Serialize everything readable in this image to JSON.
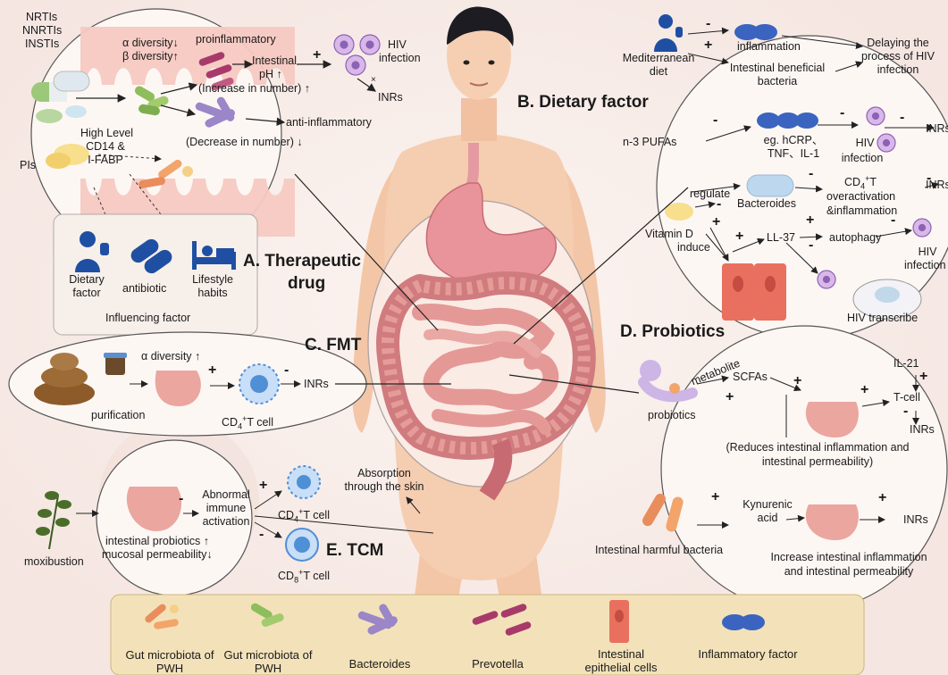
{
  "sections": {
    "a": {
      "title_line1": "A. Therapeutic",
      "title_line2": "drug"
    },
    "b": {
      "title": "B. Dietary factor"
    },
    "c": {
      "title": "C. FMT"
    },
    "d": {
      "title": "D. Probiotics"
    },
    "e": {
      "title": "E. TCM"
    }
  },
  "drug": {
    "classes": [
      "NRTIs",
      "NNRTIs",
      "INSTIs"
    ],
    "pis": "PIs",
    "alpha": "α diversity↓",
    "beta": "β diversity↑",
    "proinflammatory": "proinflammatory",
    "increase": "(Increase in number) ↑",
    "intestinal_ph_1": "Intestinal",
    "intestinal_ph_2": "pH ↑",
    "hiv_infection_1": "HIV",
    "hiv_infection_2": "infection",
    "inrs": "INRs",
    "cross": "×",
    "high_level_1": "High Level",
    "high_level_2": "CD14 &",
    "high_level_3": "I-FABP",
    "anti_inflammatory": "anti-inflammatory",
    "decrease": "(Decrease in number) ↓",
    "plus": "+"
  },
  "influencing": {
    "dietary_1": "Dietary",
    "dietary_2": "factor",
    "antibiotic": "antibiotic",
    "lifestyle_1": "Lifestyle",
    "lifestyle_2": "habits",
    "caption": "Influencing factor"
  },
  "diet": {
    "mediterranean_1": "Mediterranean",
    "mediterranean_2": "diet",
    "inflammation": "inflammation",
    "beneficial_1": "Intestinal beneficial",
    "beneficial_2": "bacteria",
    "delay_1": "Delaying the",
    "delay_2": "process of HIV",
    "delay_3": "infection",
    "pufa": "n-3 PUFAs",
    "markers_1": "eg. hCRP、",
    "markers_2": "TNF、IL-1",
    "hiv_1": "HIV",
    "hiv_2": "infection",
    "inrs": "INRs",
    "regulate": "regulate",
    "bacteroides": "Bacteroides",
    "cd4_overact_1": "CD",
    "cd4_sub": "4",
    "cd4_sup": "+",
    "cd4_overact_2": "T",
    "overact": "overactivation",
    "inflam": "&inflammation",
    "vitd": "Vitamin D",
    "induce": "induce",
    "ll37": "LL-37",
    "autophagy": "autophagy",
    "hiv_right_1": "HIV",
    "hiv_right_2": "infection",
    "hiv_transcribe": "HIV transcribe",
    "minus": "-",
    "plus": "+"
  },
  "fmt": {
    "alpha": "α diversity ↑",
    "purification": "purification",
    "cd4_a": "CD",
    "cd4_sub": "4",
    "cd4_sup": "+",
    "cd4_b": "T cell",
    "inrs": "INRs"
  },
  "tcm": {
    "moxibustion": "moxibustion",
    "probiotics_up": "intestinal probiotics ↑",
    "permeability_down": "mucosal permeability↓",
    "abnormal_1": "Abnormal",
    "abnormal_2": "immune",
    "abnormal_3": "activation",
    "cd4_a": "CD",
    "cd4_sub": "4",
    "cd4_sup": "+",
    "cd4_b": "T cell",
    "cd8_a": "CD",
    "cd8_sub": "8",
    "cd8_sup": "+",
    "cd8_b": "T cell",
    "absorption_1": "Absorption",
    "absorption_2": "through the skin"
  },
  "probiotics": {
    "metabolite": "metabolite",
    "probiotics": "probiotics",
    "scfas": "SCFAs",
    "il21": "IL-21",
    "tcell": "T-cell",
    "inrs": "INRs",
    "reduces_1": "(Reduces intestinal inflammation and",
    "reduces_2": "intestinal permeability)",
    "harmful": "Intestinal harmful bacteria",
    "kyn_1": "Kynurenic",
    "kyn_2": "acid",
    "inrs2": "INRs",
    "increase_1": "Increase intestinal inflammation",
    "increase_2": "and intestinal permeability"
  },
  "legend": [
    {
      "line1": "Gut microbiota of",
      "line2": "PWH"
    },
    {
      "line1": "Gut microbiota of",
      "line2": "PWH"
    },
    {
      "line1": "Bacteroides",
      "line2": ""
    },
    {
      "line1": "Prevotella",
      "line2": ""
    },
    {
      "line1": "Intestinal",
      "line2": "epithelial cells"
    },
    {
      "line1": "Inflammatory factor",
      "line2": ""
    }
  ],
  "colors": {
    "intestine": "#d98a8a",
    "intestine_light": "#f3c9c0",
    "virus": "#b08bd0",
    "tcell": "#4f8fd6",
    "inflam_factor": "#4c73c4",
    "bacteroides": "#9b86c8",
    "prevotella": "#a83a6a",
    "legend_bg": "#f3e2b9"
  }
}
